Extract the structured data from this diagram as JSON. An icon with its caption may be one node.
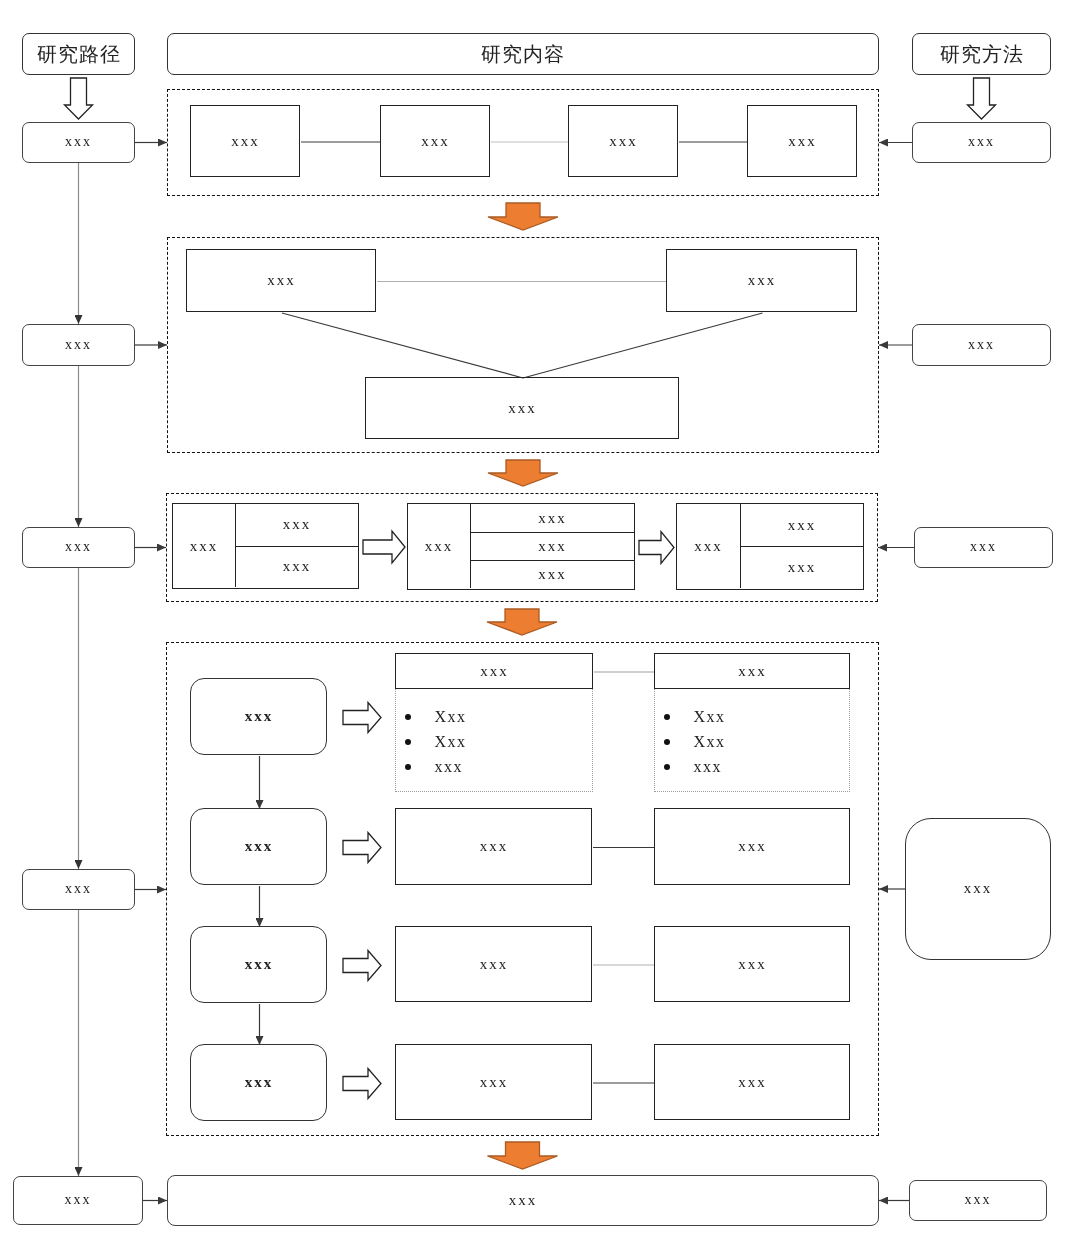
{
  "diagram": {
    "nodes": [
      {
        "text": [
          "研究路径"
        ]
      },
      {
        "text": [
          "研究内容"
        ]
      },
      {
        "text": [
          "研究方法"
        ]
      },
      {
        "text": [
          "xxx"
        ]
      },
      {
        "text": [],
        "shape": "box"
      },
      {
        "text": [
          "xxx"
        ],
        "in": 4
      },
      {
        "text": [
          "xxx"
        ],
        "in": 4
      },
      {
        "text": [
          "xxx"
        ],
        "in": 4
      },
      {
        "text": [
          "xxx"
        ],
        "in": 4
      },
      {
        "text": [
          "xxx"
        ]
      },
      {
        "text": [
          "xxx"
        ]
      },
      {
        "text": [],
        "shape": "box"
      },
      {
        "text": [
          "xxx"
        ],
        "in": 11
      },
      {
        "text": [
          "xxx"
        ],
        "in": 11
      },
      {
        "text": [
          "xxx"
        ],
        "in": 11
      },
      {
        "text": [
          "xxx"
        ]
      },
      {
        "text": [
          "xxx"
        ]
      },
      {
        "text": [],
        "shape": "box"
      },
      {
        "text": [
          "xxx",
          "xxx",
          "xxx"
        ],
        "in": 17
      },
      {
        "text": [
          "xxx",
          "xxx",
          "xxx",
          "xxx"
        ],
        "in": 17
      },
      {
        "text": [
          "xxx",
          "xxx",
          "xxx"
        ],
        "in": 17
      },
      {
        "text": [
          "xxx"
        ]
      },
      {
        "text": [
          "xxx"
        ]
      },
      {
        "text": [],
        "shape": "box"
      },
      {
        "text": [
          "xxx"
        ],
        "in": 23
      },
      {
        "text": [
          "xxx",
          "Xxx",
          "Xxx",
          "xxx"
        ],
        "in": 23
      },
      {
        "text": [
          "xxx",
          "Xxx",
          "Xxx",
          "xxx"
        ],
        "in": 23
      },
      {
        "text": [
          "xxx"
        ],
        "in": 23
      },
      {
        "text": [
          "xxx"
        ],
        "in": 23
      },
      {
        "text": [
          "xxx"
        ],
        "in": 23
      },
      {
        "text": [
          "xxx"
        ],
        "in": 23
      },
      {
        "text": [
          "xxx"
        ],
        "in": 23
      },
      {
        "text": [
          "xxx"
        ],
        "in": 23
      },
      {
        "text": [
          "xxx"
        ],
        "in": 23
      },
      {
        "text": [
          "xxx"
        ],
        "in": 23
      },
      {
        "text": [
          "xxx"
        ],
        "in": 23
      },
      {
        "text": [
          "xxx"
        ]
      },
      {
        "text": [
          "xxx"
        ]
      },
      {
        "text": [
          "xxx"
        ]
      },
      {
        "text": [
          "xxx"
        ]
      }
    ],
    "edges": [
      {
        "from": 0,
        "to": 3,
        "arrow": "to"
      },
      {
        "from": 2,
        "to": 9,
        "arrow": "to"
      },
      {
        "from": 3,
        "to": 4,
        "arrow": "to"
      },
      {
        "from": 9,
        "to": 4,
        "arrow": "to"
      },
      {
        "from": 5,
        "to": 6,
        "arrow": "none"
      },
      {
        "from": 6,
        "to": 7,
        "arrow": "none",
        "color": "#c0c0c0"
      },
      {
        "from": 7,
        "to": 8,
        "arrow": "none"
      },
      {
        "from": 4,
        "to": 11,
        "arrow": "to",
        "color": "#ed7d31"
      },
      {
        "from": 3,
        "to": 10,
        "arrow": "to",
        "color": "#8c8c8c"
      },
      {
        "from": 10,
        "to": 11,
        "arrow": "to"
      },
      {
        "from": 15,
        "to": 11,
        "arrow": "to"
      },
      {
        "from": 12,
        "to": 13,
        "arrow": "none",
        "color": "#b0b0b0"
      },
      {
        "from": 12,
        "to": 14,
        "arrow": "none"
      },
      {
        "from": 13,
        "to": 14,
        "arrow": "none"
      },
      {
        "from": 11,
        "to": 17,
        "arrow": "to",
        "color": "#ed7d31"
      },
      {
        "from": 10,
        "to": 16,
        "arrow": "to",
        "color": "#8c8c8c"
      },
      {
        "from": 16,
        "to": 17,
        "arrow": "to"
      },
      {
        "from": 21,
        "to": 17,
        "arrow": "to"
      },
      {
        "from": 18,
        "to": 19,
        "arrow": "to"
      },
      {
        "from": 19,
        "to": 20,
        "arrow": "to"
      },
      {
        "from": 17,
        "to": 23,
        "arrow": "to",
        "color": "#ed7d31"
      },
      {
        "from": 16,
        "to": 22,
        "arrow": "to",
        "color": "#8c8c8c"
      },
      {
        "from": 22,
        "to": 23,
        "arrow": "to"
      },
      {
        "from": 36,
        "to": 23,
        "arrow": "to"
      },
      {
        "from": 24,
        "to": 25,
        "arrow": "to"
      },
      {
        "from": 25,
        "to": 26,
        "arrow": "none",
        "color": "#a0a0a0"
      },
      {
        "from": 24,
        "to": 27,
        "arrow": "to"
      },
      {
        "from": 27,
        "to": 28,
        "arrow": "to"
      },
      {
        "from": 28,
        "to": 29,
        "arrow": "none"
      },
      {
        "from": 27,
        "to": 30,
        "arrow": "to"
      },
      {
        "from": 30,
        "to": 31,
        "arrow": "to"
      },
      {
        "from": 31,
        "to": 32,
        "arrow": "none",
        "color": "#b0b0b0"
      },
      {
        "from": 30,
        "to": 33,
        "arrow": "to"
      },
      {
        "from": 33,
        "to": 34,
        "arrow": "to"
      },
      {
        "from": 34,
        "to": 35,
        "arrow": "none"
      },
      {
        "from": 23,
        "to": 38,
        "arrow": "to",
        "color": "#ed7d31"
      },
      {
        "from": 22,
        "to": 37,
        "arrow": "to",
        "color": "#8c8c8c"
      },
      {
        "from": 37,
        "to": 38,
        "arrow": "to"
      },
      {
        "from": 39,
        "to": 38,
        "arrow": "to"
      }
    ]
  }
}
